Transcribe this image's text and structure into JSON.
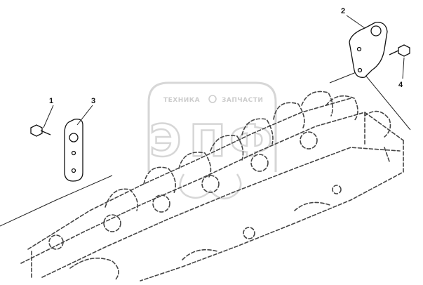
{
  "watermark": {
    "top_left": "ТЕХНИКА",
    "top_right": "ЗАПЧАСТИ",
    "letters": [
      "Э",
      "П",
      "Ф"
    ]
  },
  "callouts": [
    {
      "id": "1",
      "label": "1"
    },
    {
      "id": "2",
      "label": "2"
    },
    {
      "id": "3",
      "label": "3"
    },
    {
      "id": "4",
      "label": "4"
    }
  ]
}
